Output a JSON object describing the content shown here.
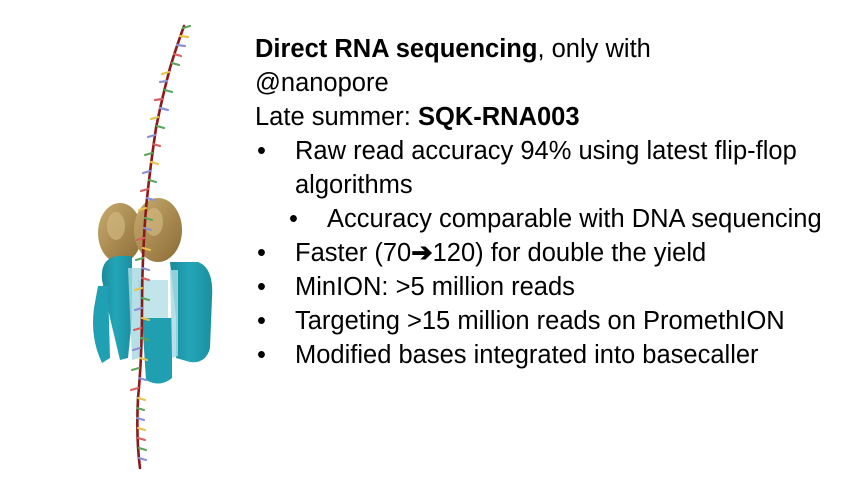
{
  "heading": {
    "bold_part": "Direct RNA sequencing",
    "rest_part": ", only with",
    "handle": "@nanopore"
  },
  "release": {
    "prefix": "Late summer: ",
    "kit": "SQK-RNA003"
  },
  "bullet_symbol": "•",
  "bullets": {
    "accuracy": "Raw read accuracy 94% using latest flip-flop algorithms",
    "accuracy_sub": "Accuracy comparable with DNA sequencing",
    "faster_prefix": "Faster (70",
    "faster_arrow": "➔",
    "faster_suffix": "120) for double the yield",
    "minion": "MinION: >5 million reads",
    "promethion": "Targeting >15 million reads on PromethION",
    "modified": "Modified bases integrated into basecaller"
  },
  "colors": {
    "strand": "#8b1a1a",
    "pore_teal": "#1f9fb0",
    "pore_light": "#a8dbe3",
    "motor_brown": "#9c7d45",
    "motor_light": "#c9ac6f"
  }
}
